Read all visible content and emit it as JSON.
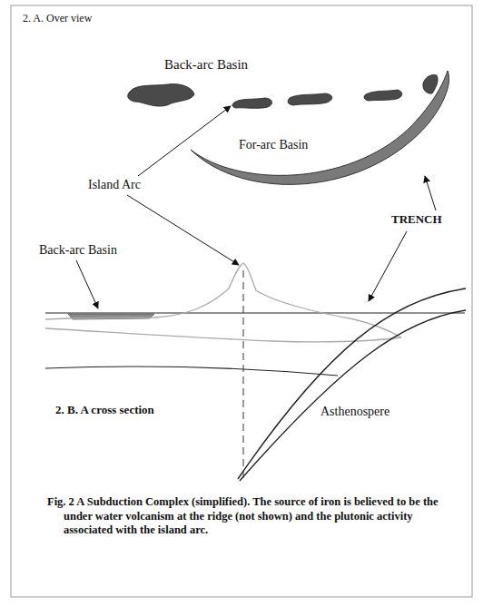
{
  "diagram": {
    "caption": "Fig. 2 A Subduction Complex (simplified). The source of iron is believed to be the under water volcanism at the ridge (not shown) and the plutonic activity associated with the island arc.",
    "labels": [
      "2. A. Over view",
      "Back-arc Basin",
      "Island Arc",
      "For-arc Basin",
      "TRENCH",
      "Back-arc Basin",
      "2. B. A cross section",
      "Asthenospere"
    ]
  }
}
